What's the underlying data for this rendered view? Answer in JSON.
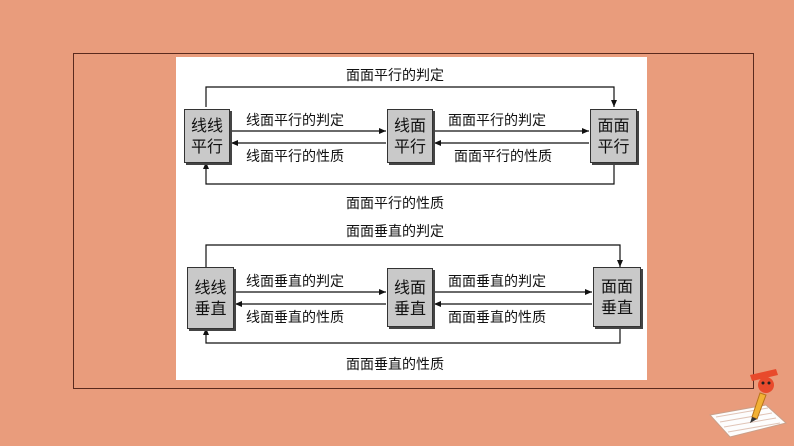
{
  "parallel": {
    "box_line": "线线\n平行",
    "box_lineplane": "线面\n平行",
    "box_plane": "面面\n平行",
    "top_label": "面面平行的判定",
    "left_upper": "线面平行的判定",
    "left_lower": "线面平行的性质",
    "right_upper": "面面平行的判定",
    "right_lower": "面面平行的性质",
    "bottom_label": "面面平行的性质"
  },
  "perpendicular": {
    "box_line": "线线\n垂直",
    "box_lineplane": "线面\n垂直",
    "box_plane": "面面\n垂直",
    "top_label": "面面垂直的判定",
    "left_upper": "线面垂直的判定",
    "left_lower": "线面垂直的性质",
    "right_upper": "面面垂直的判定",
    "right_lower": "面面垂直的性质",
    "bottom_label": "面面垂直的性质"
  },
  "colors": {
    "background": "#E99C7C",
    "box_fill": "#c9c9c9",
    "panel": "#ffffff"
  }
}
